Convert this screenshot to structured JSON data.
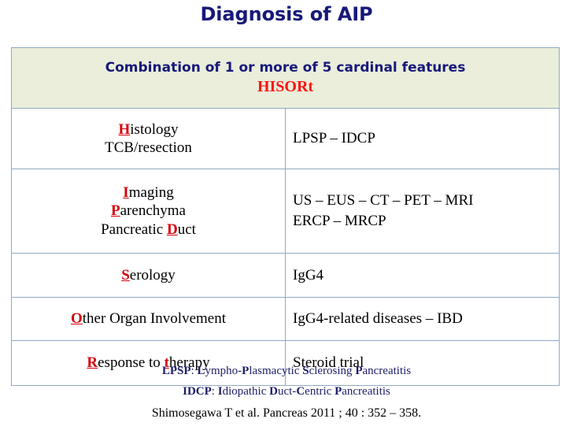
{
  "slide": {
    "title": "Diagnosis of AIP"
  },
  "table": {
    "header": {
      "line1": "Combination of 1 or more of 5 cardinal features",
      "line2": "HISORt"
    },
    "rows": [
      {
        "feature_lines": [
          "Histology",
          "TCB/resection"
        ],
        "feature_text": "Histology TCB/resection",
        "value_lines": [
          "LPSP – IDCP"
        ],
        "value_text": "LPSP – IDCP"
      },
      {
        "feature_lines": [
          "Imaging",
          "Parenchyma",
          "Pancreatic Duct"
        ],
        "feature_text": "Imaging Parenchyma Pancreatic Duct",
        "value_lines": [
          "US – EUS – CT – PET – MRI",
          "ERCP – MRCP"
        ],
        "value_text": "US – EUS – CT – PET – MRI ERCP – MRCP"
      },
      {
        "feature_lines": [
          "Serology"
        ],
        "feature_text": "Serology",
        "value_lines": [
          "IgG4"
        ],
        "value_text": "IgG4"
      },
      {
        "feature_lines": [
          "Other Organ Involvement"
        ],
        "feature_text": "Other Organ Involvement",
        "value_lines": [
          "IgG4-related diseases – IBD"
        ],
        "value_text": "IgG4-related diseases – IBD"
      },
      {
        "feature_lines": [
          "Response to therapy"
        ],
        "feature_text": "Response to therapy",
        "value_lines": [
          "Steroid trial"
        ],
        "value_text": "Steroid trial"
      }
    ]
  },
  "footnotes": {
    "lpsp": "LPSP: Lympho-Plasmacytic Sclerosing Pancreatitis",
    "idcp": "IDCP: Idiopathic Duct-Centric Pancreatitis",
    "reference": "Shimosegawa T et al. Pancreas 2011 ; 40 : 352 – 358."
  },
  "colors": {
    "title_blue": "#17197a",
    "accent_red": "#d60008",
    "hisort_red": "#fd1212",
    "band_bg": "#eaeedb",
    "border": "#8fa9c4",
    "footnote_blue": "#1d1d6b"
  }
}
